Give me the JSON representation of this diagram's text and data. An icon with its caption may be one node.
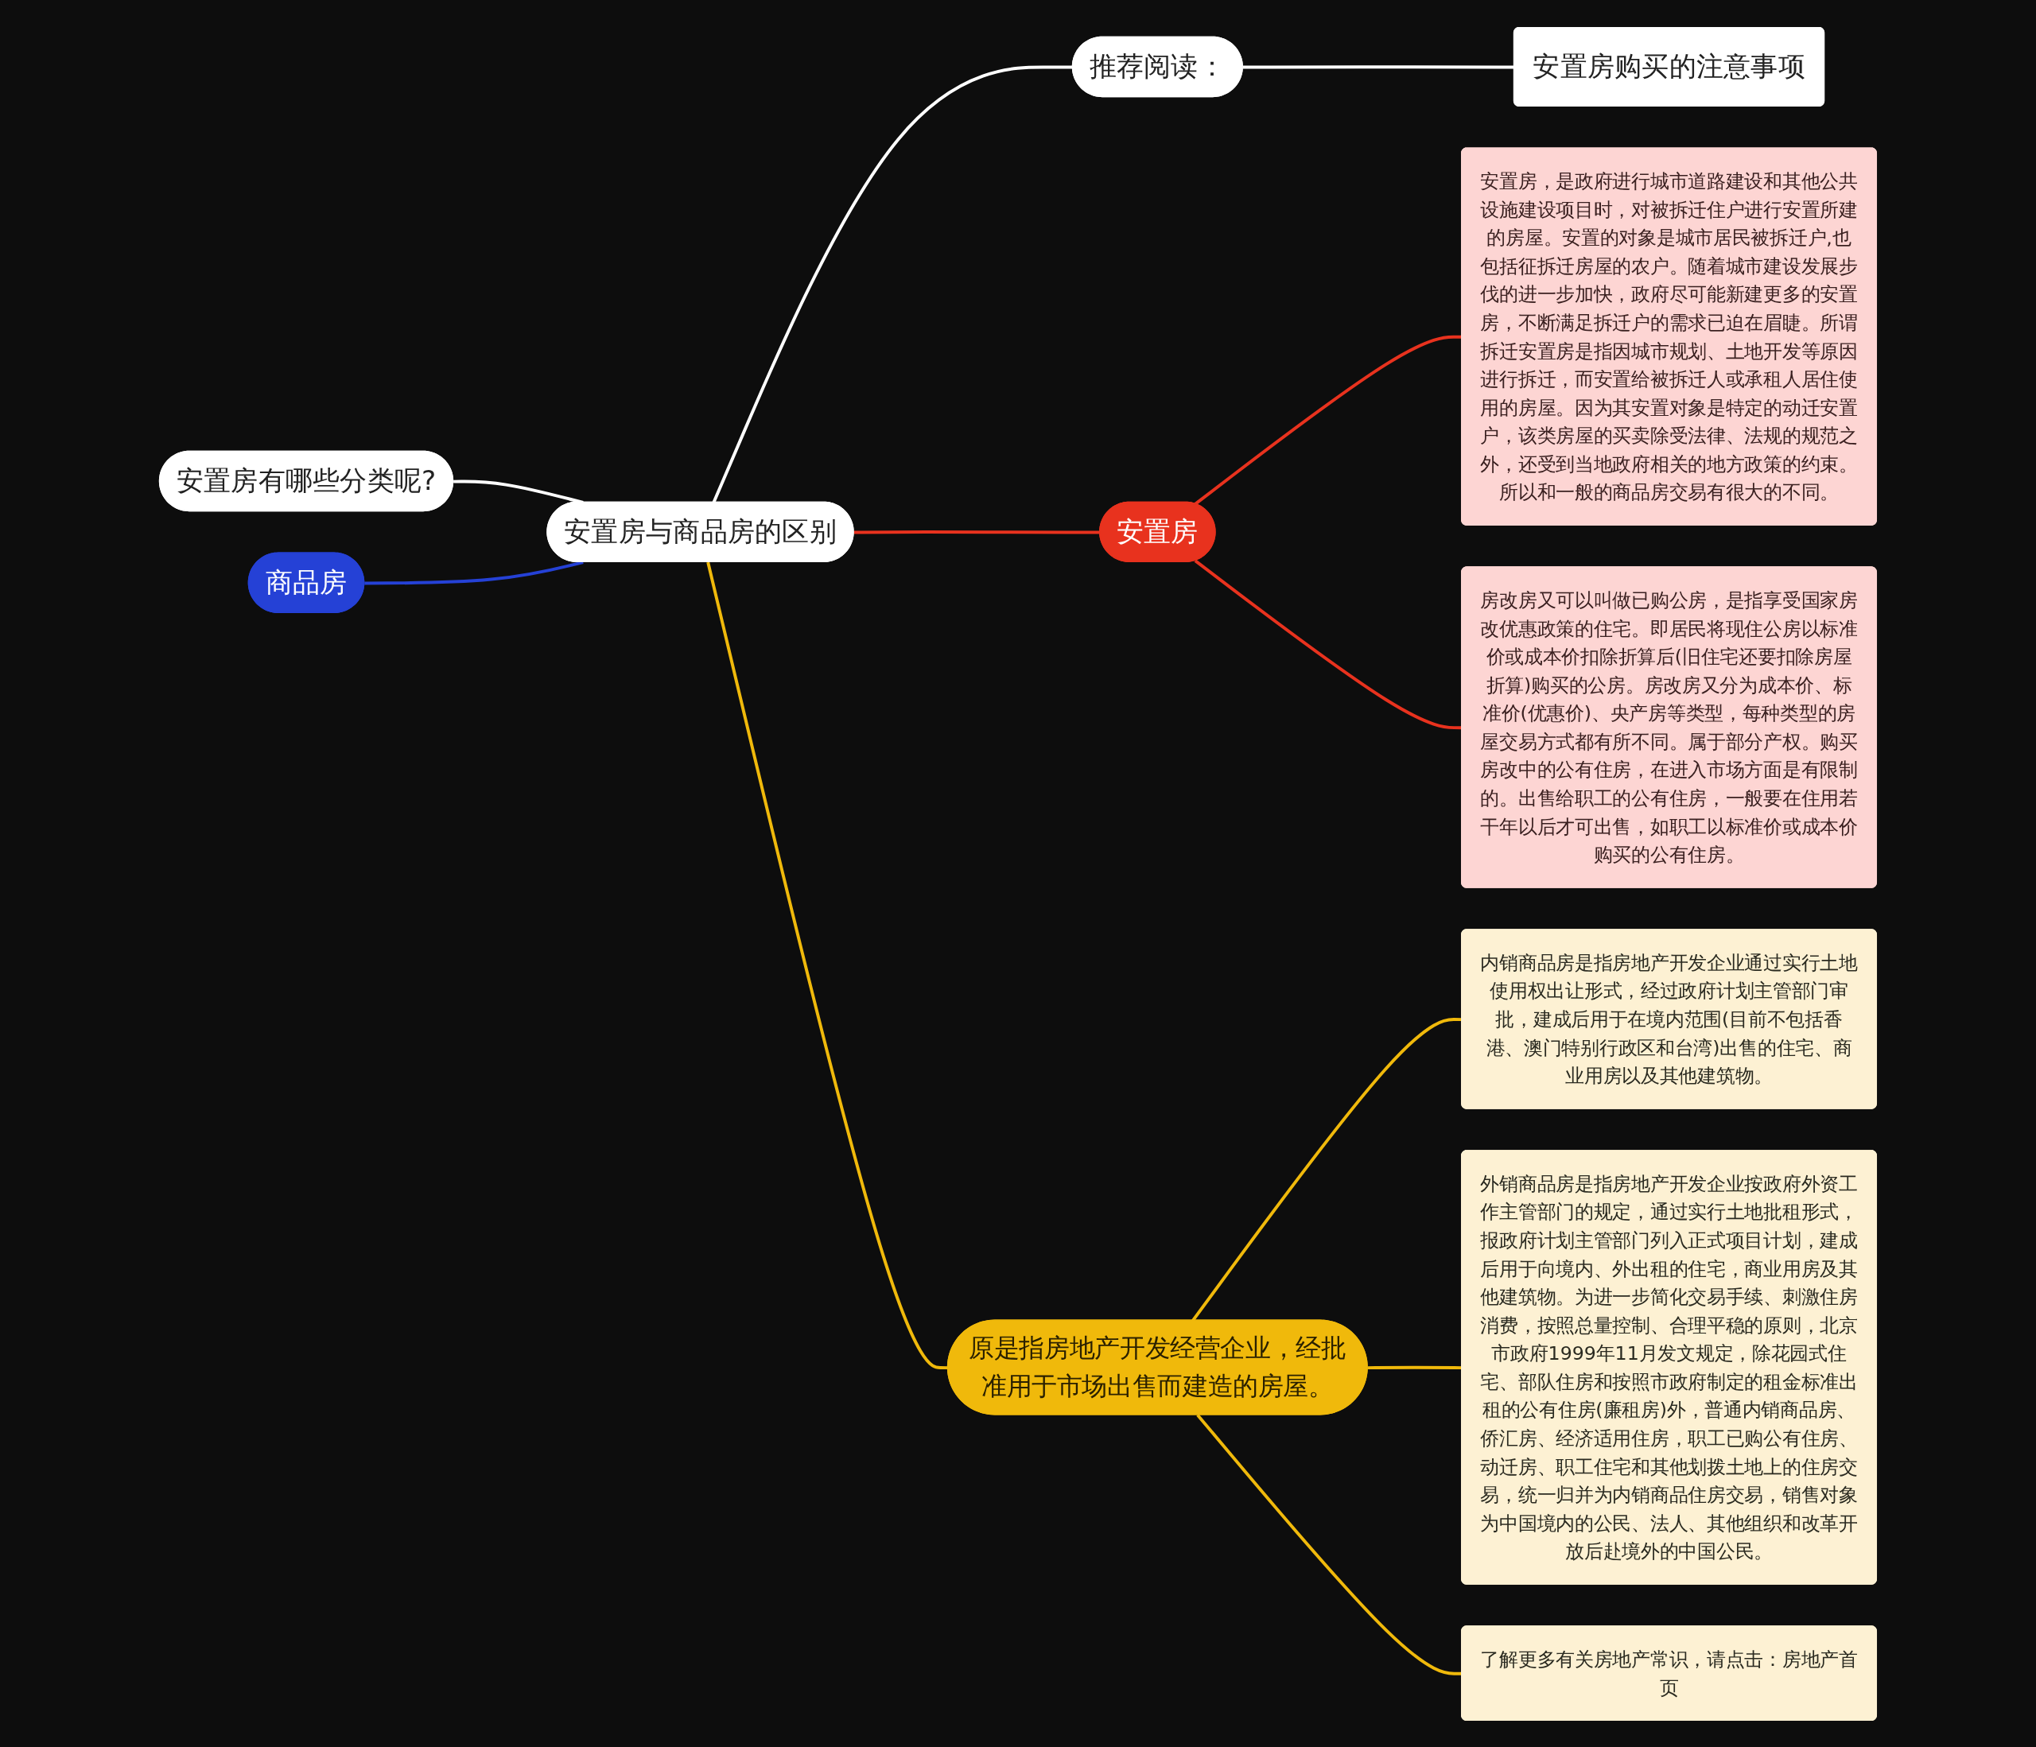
{
  "diagram": {
    "nodes": [
      {
        "text": [
          "安置房与商品房的区别"
        ]
      },
      {
        "text": [
          "推荐阅读："
        ]
      },
      {
        "text": [
          "安置房购买的注意事项"
        ]
      },
      {
        "text": [
          "安置房"
        ]
      },
      {
        "text": [
          "安置房，是政府进行城市道路建设和其他公共设施建设项目时，对被拆迁住户进行安置所建的房屋。安置的对象是城市居民被拆迁户,也包括征拆迁房屋的农户。随着城市建设发展步伐的进一步加快，政府尽可能新建更多的安置房，不断满足拆迁户的需求已迫在眉睫。所谓拆迁安置房是指因城市规划、土地开发等原因进行拆迁，而安置给被拆迁人或承租人居住使用的房屋。因为其安置对象是特定的动迁安置户，该类房屋的买卖除受法律、法规的规范之外，还受到当地政府相关的地方政策的约束。所以和一般的商品房交易有很大的不同。"
        ]
      },
      {
        "text": [
          "房改房又可以叫做已购公房，是指享受国家房改优惠政策的住宅。即居民将现住公房以标准价或成本价扣除折算后(旧住宅还要扣除房屋折算)购买的公房。房改房又分为成本价、标准价(优惠价)、央产房等类型，每种类型的房屋交易方式都有所不同。属于部分产权。购买房改中的公有住房，在进入市场方面是有限制的。出售给职工的公有住房，一般要在住用若干年以后才可出售，如职工以标准价或成本价购买的公有住房。"
        ]
      },
      {
        "text": [
          "原是指房地产开发经营企业，经批准用于市场出售而建造的房屋。"
        ]
      },
      {
        "text": [
          "内销商品房是指房地产开发企业通过实行土地使用权出让形式，经过政府计划主管部门审批，建成后用于在境内范围(目前不包括香港、澳门特别行政区和台湾)出售的住宅、商业用房以及其他建筑物。"
        ]
      },
      {
        "text": [
          "外销商品房是指房地产开发企业按政府外资工作主管部门的规定，通过实行土地批租形式，报政府计划主管部门列入正式项目计划，建成后用于向境内、外出租的住宅，商业用房及其他建筑物。为进一步简化交易手续、刺激住房消费，按照总量控制、合理平稳的原则，北京市政府1999年11月发文规定，除花园式住宅、部队住房和按照市政府制定的租金标准出租的公有住房(廉租房)外，普通内销商品房、侨汇房、经济适用住房，职工已购公有住房、动迁房、职工住宅和其他划拨土地上的住房交易，统一归并为内销商品住房交易，销售对象为中国境内的公民、法人、其他组织和改革开放后赴境外的中国公民。"
        ]
      },
      {
        "text": [
          "了解更多有关房地产常识，请点击：房地产首页"
        ]
      },
      {
        "text": [
          "安置房有哪些分类呢?"
        ]
      },
      {
        "text": [
          "商品房"
        ]
      }
    ],
    "edges": [
      {
        "from": 0,
        "to": 1,
        "arrow": "none",
        "color": "#ffffff"
      },
      {
        "from": 1,
        "to": 2,
        "arrow": "none",
        "color": "#ffffff"
      },
      {
        "from": 0,
        "to": 3,
        "arrow": "none",
        "color": "#e8321e"
      },
      {
        "from": 3,
        "to": 4,
        "arrow": "none",
        "color": "#e8321e"
      },
      {
        "from": 3,
        "to": 5,
        "arrow": "none",
        "color": "#e8321e"
      },
      {
        "from": 0,
        "to": 6,
        "arrow": "none"
      },
      {
        "from": 6,
        "to": 7,
        "arrow": "none"
      },
      {
        "from": 6,
        "to": 8,
        "arrow": "none"
      },
      {
        "from": 6,
        "to": 9,
        "arrow": "none"
      },
      {
        "from": 10,
        "to": 0,
        "arrow": "none",
        "color": "#ffffff"
      },
      {
        "from": 11,
        "to": 0,
        "arrow": "none",
        "color": "#2541d6"
      }
    ]
  }
}
